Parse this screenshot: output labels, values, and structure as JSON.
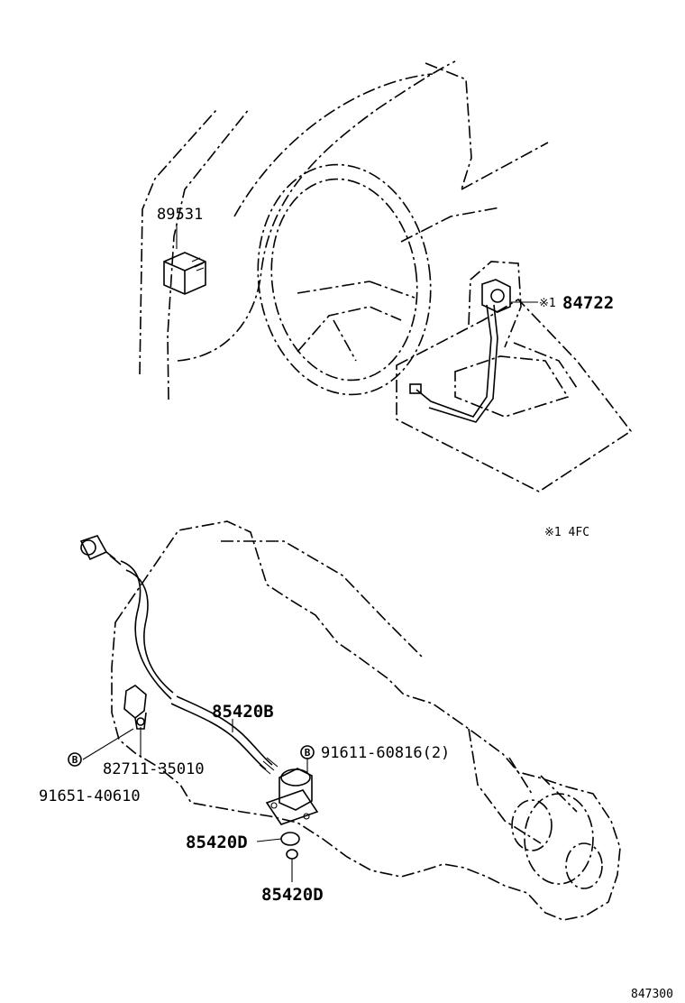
{
  "parts": {
    "relay": "89531",
    "shift_lock": "84722",
    "shift_lock_prefix": "※1",
    "hose": "85420B",
    "clamp": "82711-35010",
    "bolt_left": "91651-40610",
    "bolt_right": "91611-60816(2)",
    "gasket_1": "85420D",
    "gasket_2": "85420D",
    "bolt_mark": "B"
  },
  "note": "※1 4FC",
  "figure_number": "847300"
}
